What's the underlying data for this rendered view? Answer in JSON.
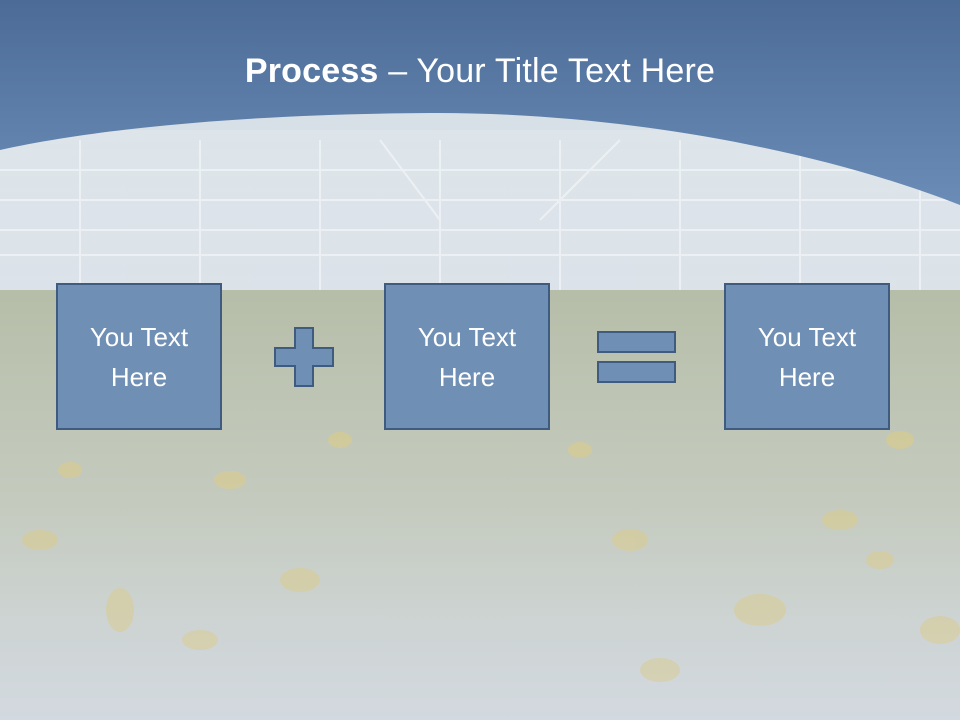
{
  "slide": {
    "title_bold": "Process",
    "title_rest": " – Your Title Text Here",
    "boxes": [
      {
        "text": "You Text Here"
      },
      {
        "text": "You Text Here"
      },
      {
        "text": "You Text Here"
      }
    ],
    "operators": [
      "plus-icon",
      "equals-icon"
    ]
  },
  "colors": {
    "header_blue": "#5f82ae",
    "box_fill": "#6f8fb4",
    "box_border": "#3f5c80"
  }
}
